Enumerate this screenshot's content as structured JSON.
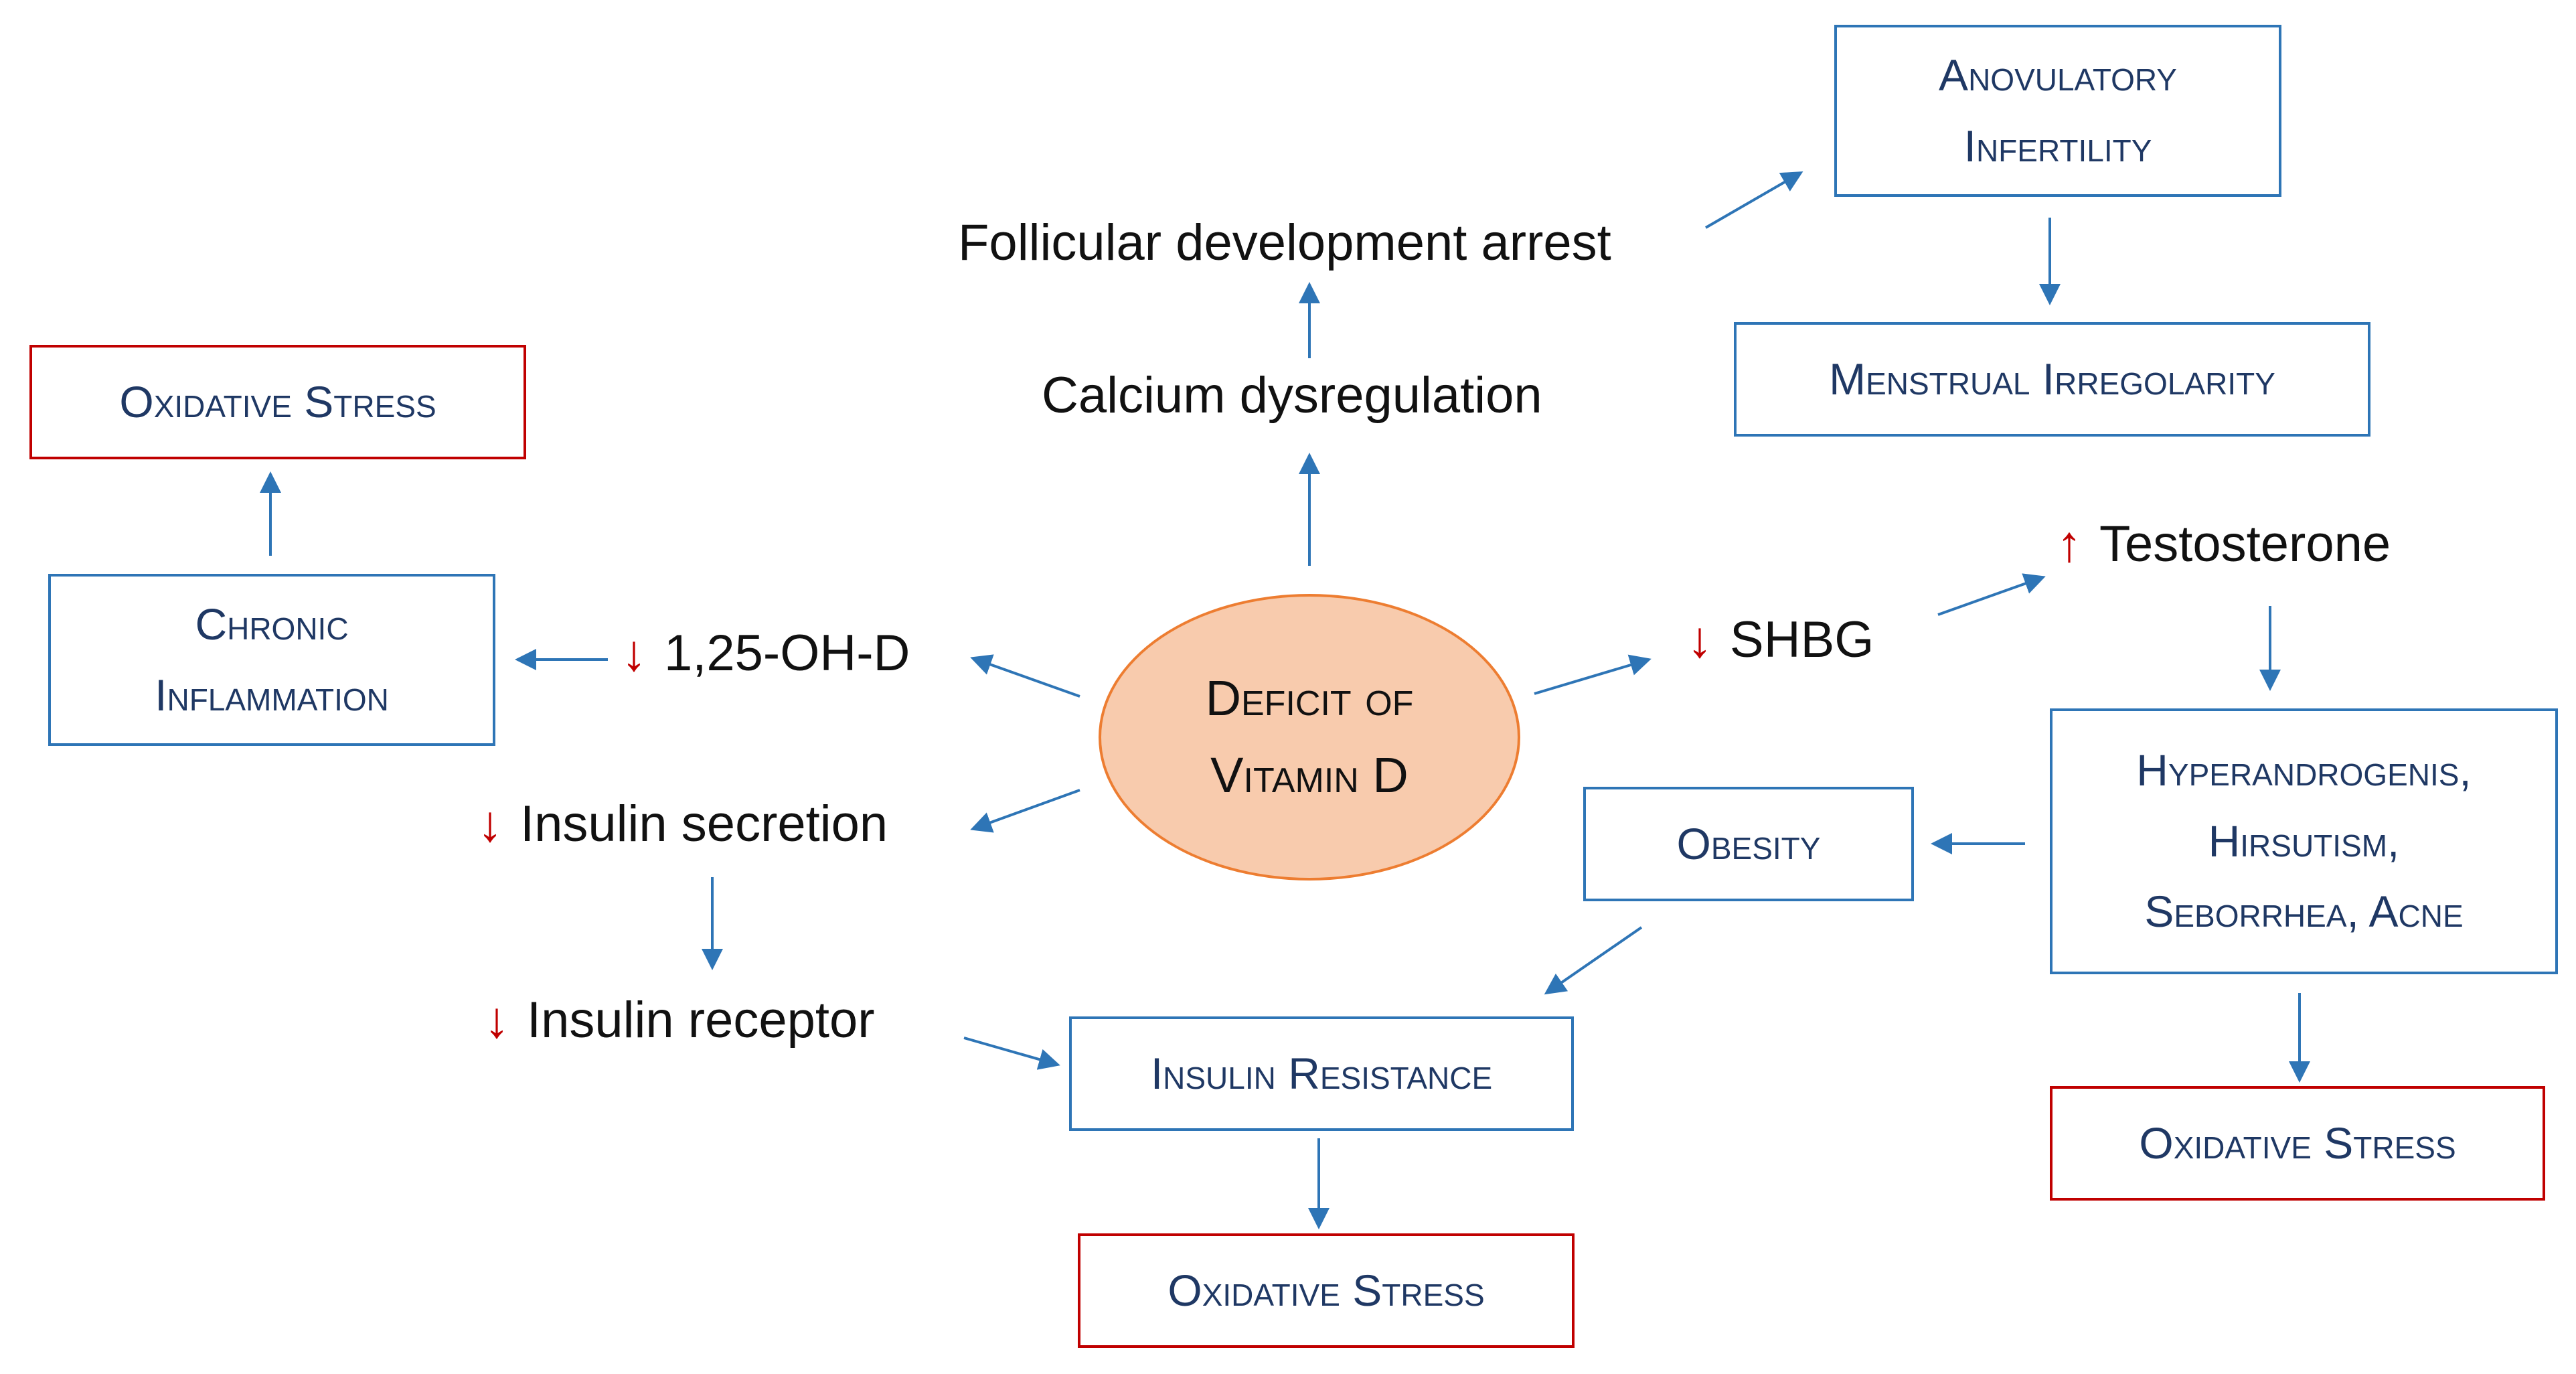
{
  "center": {
    "line1": "Deficit of",
    "line2": "Vitamin D"
  },
  "boxes": {
    "oxidative_stress_left": {
      "text": "Oxidative Stress"
    },
    "chronic_inflammation": {
      "line1": "Chronic",
      "line2": "Inflammation"
    },
    "anovulatory_infertility": {
      "line1": "Anovulatory",
      "line2": "Infertility"
    },
    "menstrual_irregularity": {
      "text": "Menstrual Irregolarity"
    },
    "hyperandrogenis": {
      "line1": "Hyperandrogenis,",
      "line2": "Hirsutism,",
      "line3": "Seborrhea, Acne"
    },
    "obesity": {
      "text": "Obesity"
    },
    "insulin_resistance": {
      "text": "Insulin Resistance"
    },
    "oxidative_stress_right": {
      "text": "Oxidative Stress"
    },
    "oxidative_stress_bottom": {
      "text": "Oxidative Stress"
    }
  },
  "labels": {
    "follicular": {
      "text": "Follicular development arrest"
    },
    "calcium": {
      "text": "Calcium dysregulation"
    },
    "vitd_metabolite": {
      "arrow": "↓",
      "text": "1,25-OH-D"
    },
    "shbg": {
      "arrow": "↓",
      "text": "SHBG"
    },
    "testosterone": {
      "arrow": "↑",
      "text": "Testosterone"
    },
    "insulin_secretion": {
      "arrow": "↓",
      "text": "Insulin secretion"
    },
    "insulin_receptor": {
      "arrow": "↓",
      "text": "Insulin receptor"
    }
  },
  "colors": {
    "box_border": "#2e75b6",
    "box_border_red": "#c00000",
    "box_text": "#1f3864",
    "arrow": "#2e75b6",
    "down_up_arrow": "#c00000",
    "oval_fill": "#f8cbad",
    "oval_border": "#ed7d31"
  }
}
